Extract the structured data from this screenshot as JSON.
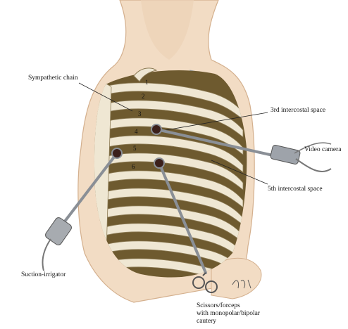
{
  "labels": {
    "sympathetic_chain": "Sympathetic chain",
    "third_ics": "3rd intercostal space",
    "video_camera": "Video camera",
    "fifth_ics": "5th intercostal space",
    "suction_irrigator": "Suction-irrigator",
    "scissors_line1": "Scissors/forceps",
    "scissors_line2": "with monopolar/bipolar",
    "scissors_line3": "cautery"
  },
  "rib_numbers": [
    "1",
    "2",
    "3",
    "4",
    "5",
    "6"
  ],
  "colors": {
    "skin": "#f2dcc4",
    "skin_shadow": "#d9b898",
    "rib": "#efe7d3",
    "rib_outline": "#8c7b55",
    "intercostal": "#6e5a2f",
    "pleura": "#c9d6e3",
    "instrument": "#8a8f96",
    "port": "#3b1f1a"
  },
  "icons": [
    "video-camera-icon",
    "suction-irrigator-icon",
    "scissors-forceps-icon",
    "artist-signature"
  ]
}
